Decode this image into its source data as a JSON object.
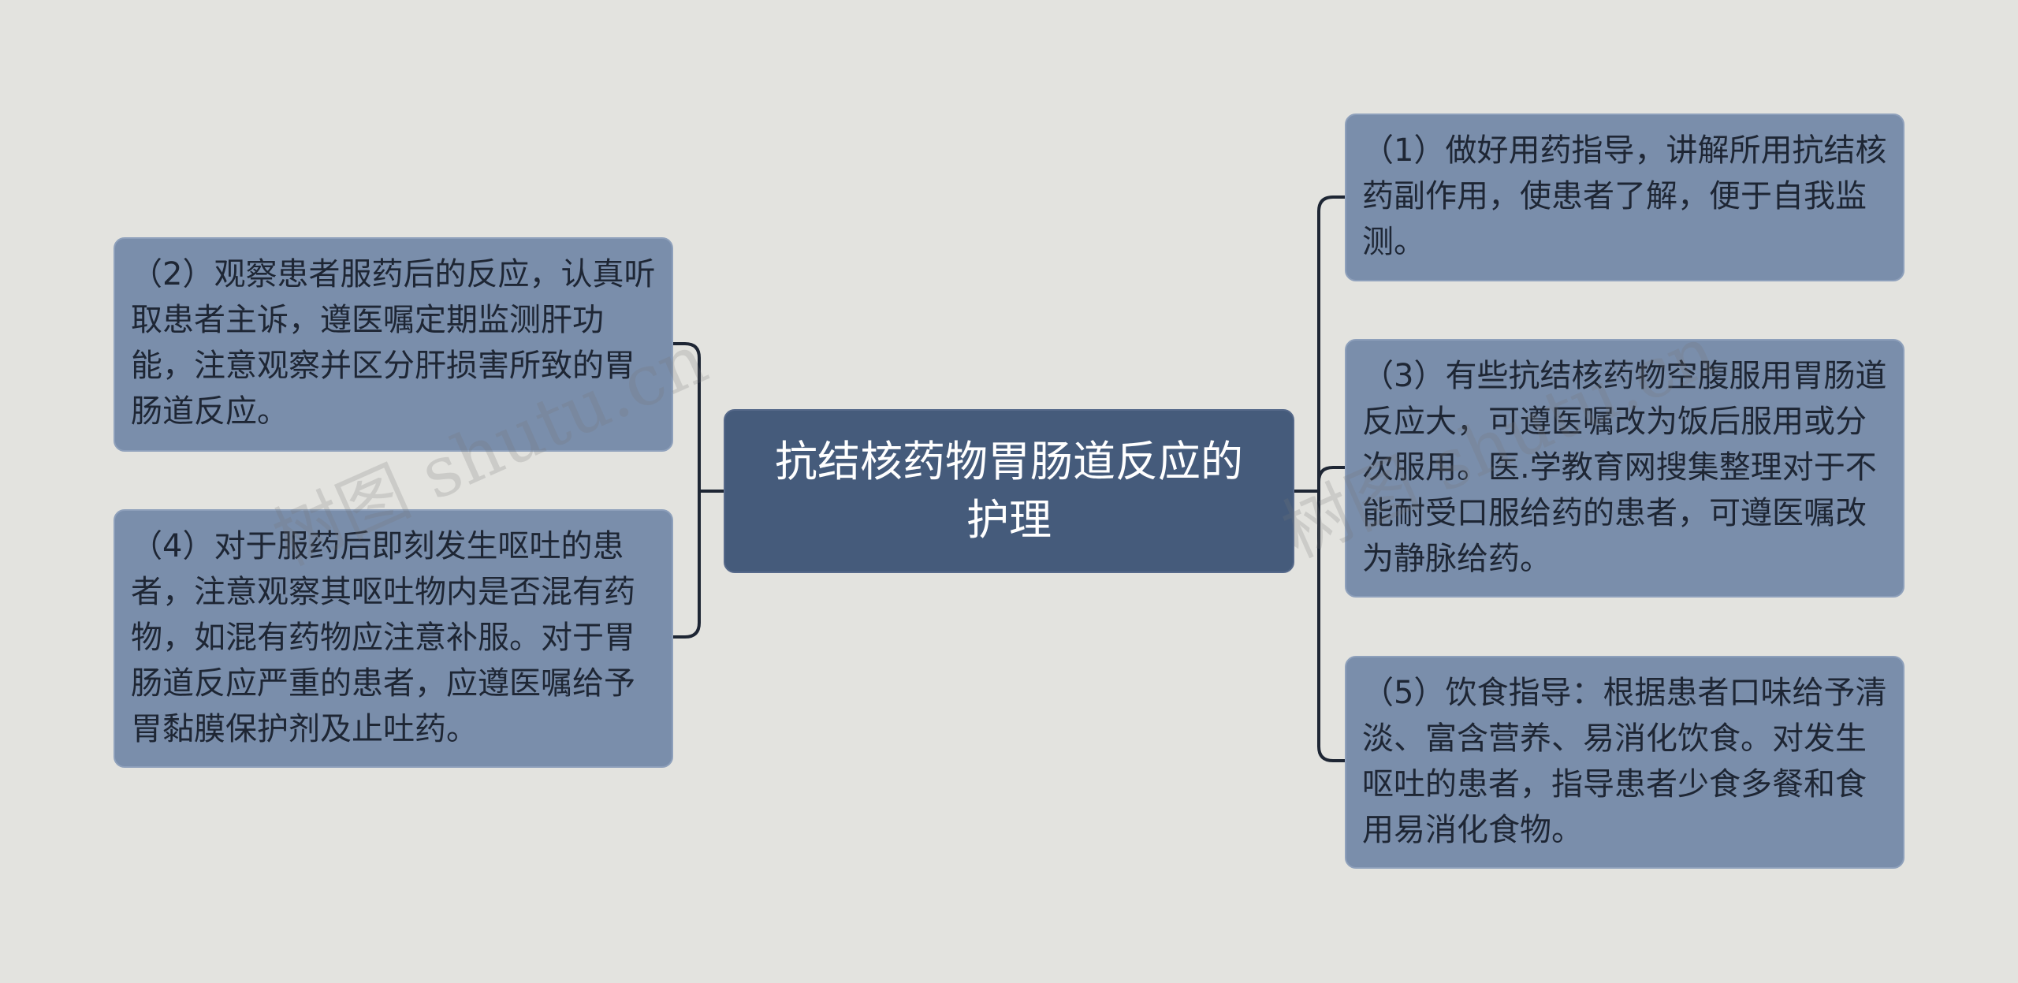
{
  "colors": {
    "background": "#e3e3df",
    "center_fill": "#455b7b",
    "node_fill": "#7a8eab",
    "connector": "#1e2634"
  },
  "center": {
    "title": "抗结核药物胃肠道反应的护理"
  },
  "left_nodes": [
    {
      "text": "（2）观察患者服药后的反应，认真听取患者主诉，遵医嘱定期监测肝功能，注意观察并区分肝损害所致的胃肠道反应。"
    },
    {
      "text": "（4）对于服药后即刻发生呕吐的患者，注意观察其呕吐物内是否混有药物，如混有药物应注意补服。对于胃肠道反应严重的患者，应遵医嘱给予胃黏膜保护剂及止吐药。"
    }
  ],
  "right_nodes": [
    {
      "text": "（1）做好用药指导，讲解所用抗结核药副作用，使患者了解，便于自我监测。"
    },
    {
      "text": "（3）有些抗结核药物空腹服用胃肠道反应大，可遵医嘱改为饭后服用或分次服用。医.学教育网搜集整理对于不能耐受口服给药的患者，可遵医嘱改为静脉给药。"
    },
    {
      "text": "（5）饮食指导：根据患者口味给予清淡、富含营养、易消化饮食。对发生呕吐的患者，指导患者少食多餐和食用易消化食物。"
    }
  ],
  "watermarks": [
    {
      "text": "树图 shutu.cn"
    },
    {
      "text": "树图 shutu.cn"
    }
  ]
}
